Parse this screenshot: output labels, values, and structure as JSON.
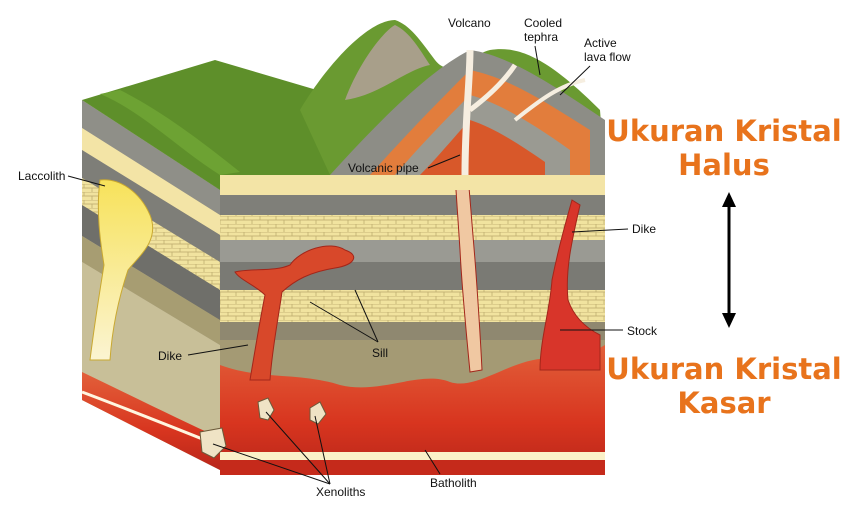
{
  "labels": {
    "volcano": "Volcano",
    "cooled_tephra_1": "Cooled",
    "cooled_tephra_2": "tephra",
    "active_lava_1": "Active",
    "active_lava_2": "lava flow",
    "laccolith": "Laccolith",
    "volcanic_pipe": "Volcanic pipe",
    "dike_right": "Dike",
    "stock": "Stock",
    "dike_left": "Dike",
    "sill": "Sill",
    "xenoliths": "Xenoliths",
    "batholith": "Batholith"
  },
  "annotations": {
    "fine_line1": "Ukuran Kristal",
    "fine_line2": "Halus",
    "coarse_line1": "Ukuran Kristal",
    "coarse_line2": "Kasar"
  },
  "colors": {
    "accent": "#e8731c",
    "magma": "#d8351f",
    "grass": "#5e8f2a",
    "sandstone": "#f3e4a6",
    "shale": "#8f8f88"
  }
}
